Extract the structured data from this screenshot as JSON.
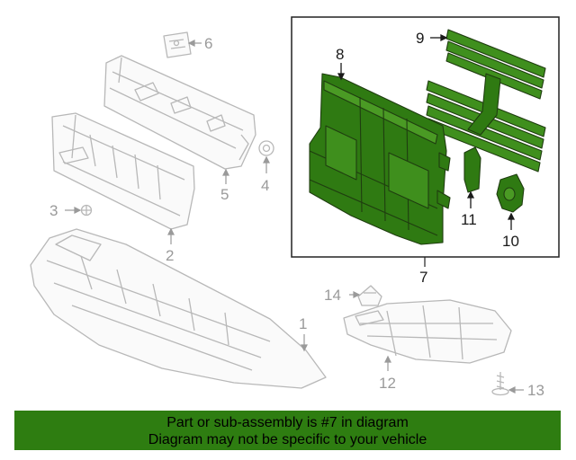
{
  "callouts": {
    "c1": "1",
    "c2": "2",
    "c3": "3",
    "c4": "4",
    "c5": "5",
    "c6": "6",
    "c7": "7",
    "c8": "8",
    "c9": "9",
    "c10": "10",
    "c11": "11",
    "c12": "12",
    "c13": "13",
    "c14": "14"
  },
  "banner": {
    "line1": "Part or sub-assembly is #7 in diagram",
    "line2": "Diagram may not be specific to your vehicle"
  },
  "colors": {
    "highlight": "#2e7d11",
    "banner": "#2e7d11",
    "outline_gray": "#b5b5b5",
    "box_border": "#222222"
  }
}
